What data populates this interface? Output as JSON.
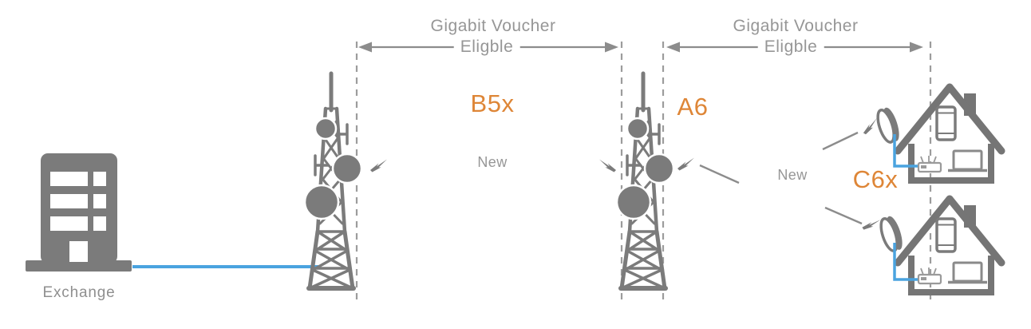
{
  "colors": {
    "icon_gray": "#7b7b7b",
    "outline_gray": "#757575",
    "label_gray": "#969696",
    "accent_orange": "#de8637",
    "link_blue": "#4aa3df",
    "dash_gray": "#9c9c9c"
  },
  "exchange": {
    "label": "Exchange"
  },
  "spans": [
    {
      "title": "Gigabit Voucher",
      "subtitle": "Eligble"
    },
    {
      "title": "Gigabit Voucher",
      "subtitle": "Eligble"
    }
  ],
  "links": {
    "backhaul": {
      "label": "B5x",
      "status": "New"
    },
    "access": {
      "label": "A6"
    },
    "cpe": {
      "label": "C6x",
      "status": "New"
    }
  },
  "icons": {
    "exchange": "office-building-icon",
    "towers": "radio-mast-icon",
    "homes": "house-icon",
    "dish": "satellite-dish-icon",
    "wireless": "lightning-bolt-icon",
    "devices": [
      "smartphone-icon",
      "laptop-icon",
      "router-icon"
    ]
  }
}
